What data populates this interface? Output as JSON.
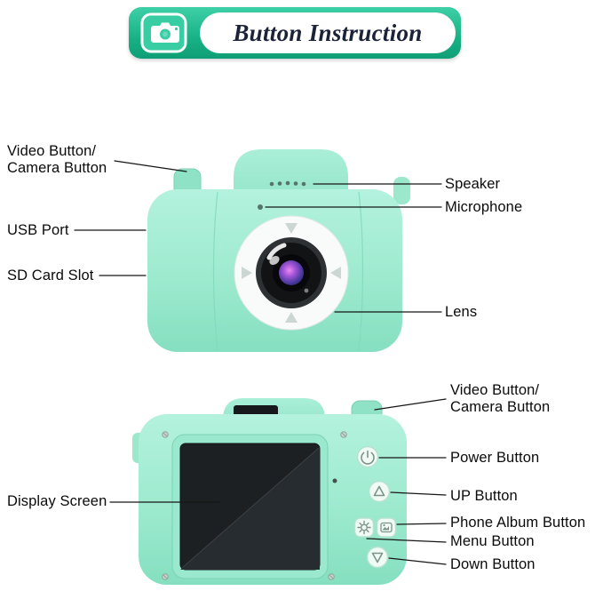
{
  "header": {
    "title": "Button Instruction",
    "icon": "camera-icon"
  },
  "front_view": {
    "video_button": "Video Button/\nCamera Button",
    "usb_port": "USB Port",
    "sd_card_slot": "SD Card Slot",
    "speaker": "Speaker",
    "microphone": "Microphone",
    "lens": "Lens"
  },
  "back_view": {
    "video_button": "Video Button/\nCamera Button",
    "power_button": "Power Button",
    "up_button": "UP Button",
    "phone_album_button": "Phone Album Button",
    "menu_button": "Menu Button",
    "down_button": "Down Button",
    "display_screen": "Display Screen"
  },
  "colors": {
    "banner_green": "#18b286",
    "camera_mint": "#9dead1",
    "lens_iris": "#a455d8",
    "screen_dark": "#1d2023",
    "title_text": "#1b2338",
    "label_text": "#0b0b0b"
  }
}
